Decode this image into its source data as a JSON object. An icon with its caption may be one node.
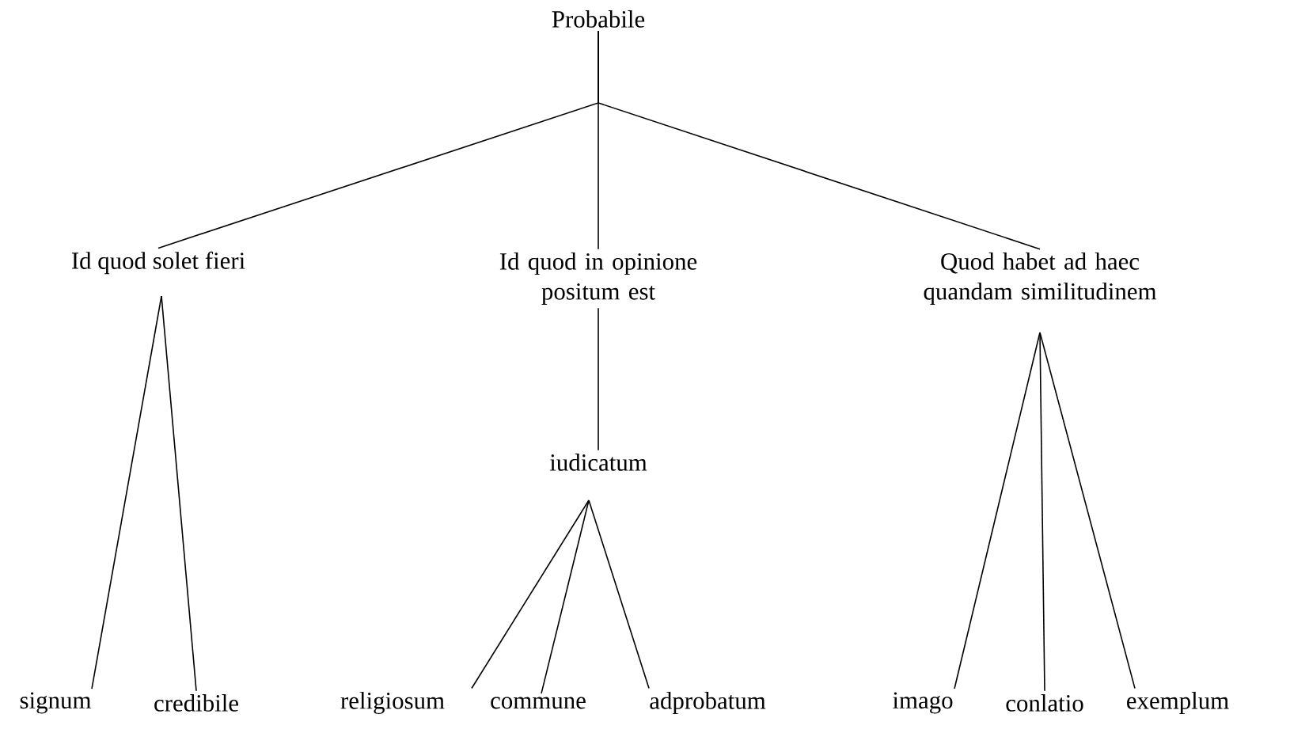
{
  "diagram": {
    "nodes": [
      {
        "text": [
          "Probabile"
        ]
      },
      {
        "text": [
          "Id quod solet fieri"
        ]
      },
      {
        "text": [
          "Id quod in opinione positum est"
        ]
      },
      {
        "text": [
          "Quod habet ad haec quandam similitudinem"
        ]
      },
      {
        "text": [
          "iudicatum"
        ]
      },
      {
        "text": [
          "signum"
        ]
      },
      {
        "text": [
          "credibile"
        ]
      },
      {
        "text": [
          "religiosum"
        ]
      },
      {
        "text": [
          "commune"
        ]
      },
      {
        "text": [
          "adprobatum"
        ]
      },
      {
        "text": [
          "imago"
        ]
      },
      {
        "text": [
          "conlatio"
        ]
      },
      {
        "text": [
          "exemplum"
        ]
      }
    ],
    "edges": [
      {
        "from": 0,
        "to": 1,
        "arrow": "none"
      },
      {
        "from": 0,
        "to": 2,
        "arrow": "none"
      },
      {
        "from": 0,
        "to": 3,
        "arrow": "none"
      },
      {
        "from": 1,
        "to": 5,
        "arrow": "none"
      },
      {
        "from": 1,
        "to": 6,
        "arrow": "none"
      },
      {
        "from": 2,
        "to": 4,
        "arrow": "none"
      },
      {
        "from": 4,
        "to": 7,
        "arrow": "none"
      },
      {
        "from": 4,
        "to": 8,
        "arrow": "none"
      },
      {
        "from": 4,
        "to": 9,
        "arrow": "none"
      },
      {
        "from": 3,
        "to": 10,
        "arrow": "none"
      },
      {
        "from": 3,
        "to": 11,
        "arrow": "none"
      },
      {
        "from": 3,
        "to": 12,
        "arrow": "none"
      }
    ]
  }
}
